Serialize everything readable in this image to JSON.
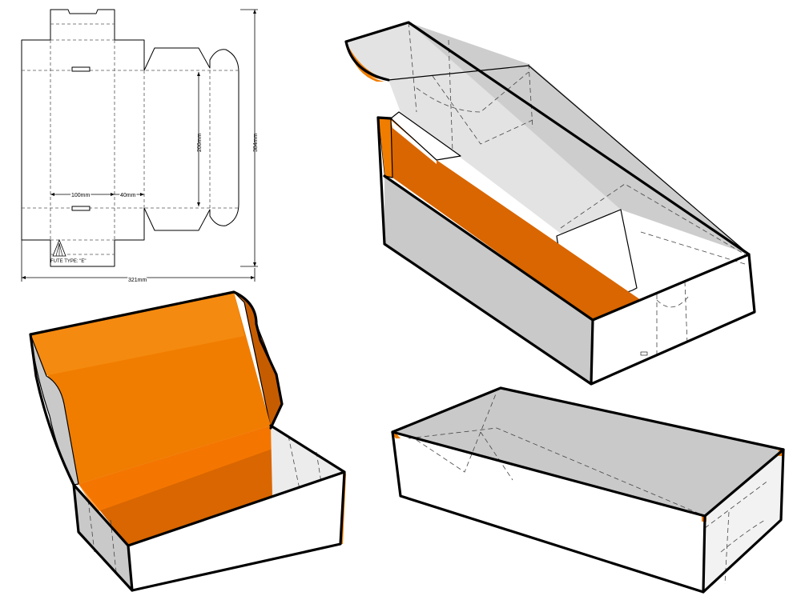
{
  "dieline": {
    "dim_width": "100mm",
    "dim_height_side": "40mm",
    "dim_length": "200mm",
    "dim_total_width": "321mm",
    "dim_total_height": "384mm",
    "flute_label": "FUTE TYPE: \"E\""
  },
  "colors": {
    "board_inside": "#f07d00",
    "board_inside_dark": "#d96600",
    "board_edge": "#c65c00",
    "outside_grey": "#c9c9c9",
    "outside_light": "#e6e6e6",
    "outline": "#000000"
  },
  "views": [
    "flat-dieline",
    "open-box-front",
    "open-box-top",
    "closed-box"
  ]
}
